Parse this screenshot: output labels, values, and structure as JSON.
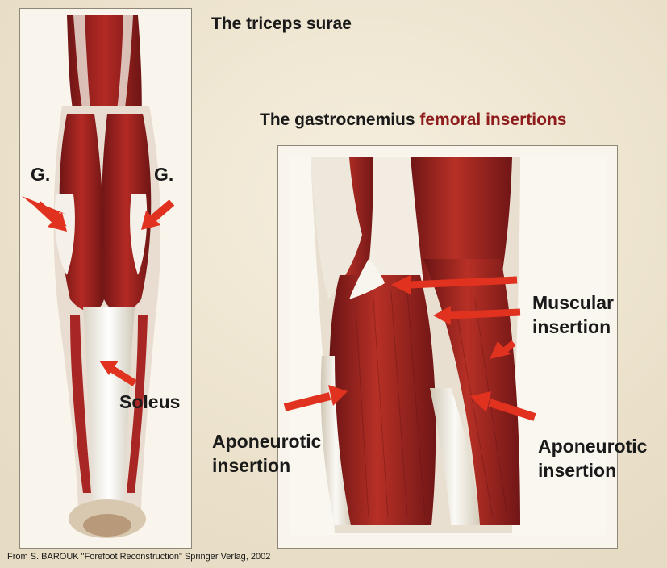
{
  "title": "The triceps surae",
  "subtitle": {
    "prefix": "The gastrocnemius",
    "accent": "femoral insertions"
  },
  "labels": {
    "g_left": "G.",
    "g_right": "G.",
    "soleus": "Soleus",
    "muscular_line1": "Muscular",
    "muscular_line2": "insertion",
    "apo_left_line1": "Aponeurotic",
    "apo_left_line2": "insertion",
    "apo_right_line1": "Aponeurotic",
    "apo_right_line2": "insertion"
  },
  "credit": "From S. BAROUK \"Forefoot Reconstruction\" Springer Verlag, 2002",
  "colors": {
    "arrow": "#e0321f",
    "muscle": "#9d2020",
    "tendon": "#ece6da",
    "background": "#efe6d3",
    "accent_text": "#8e1c1c"
  }
}
